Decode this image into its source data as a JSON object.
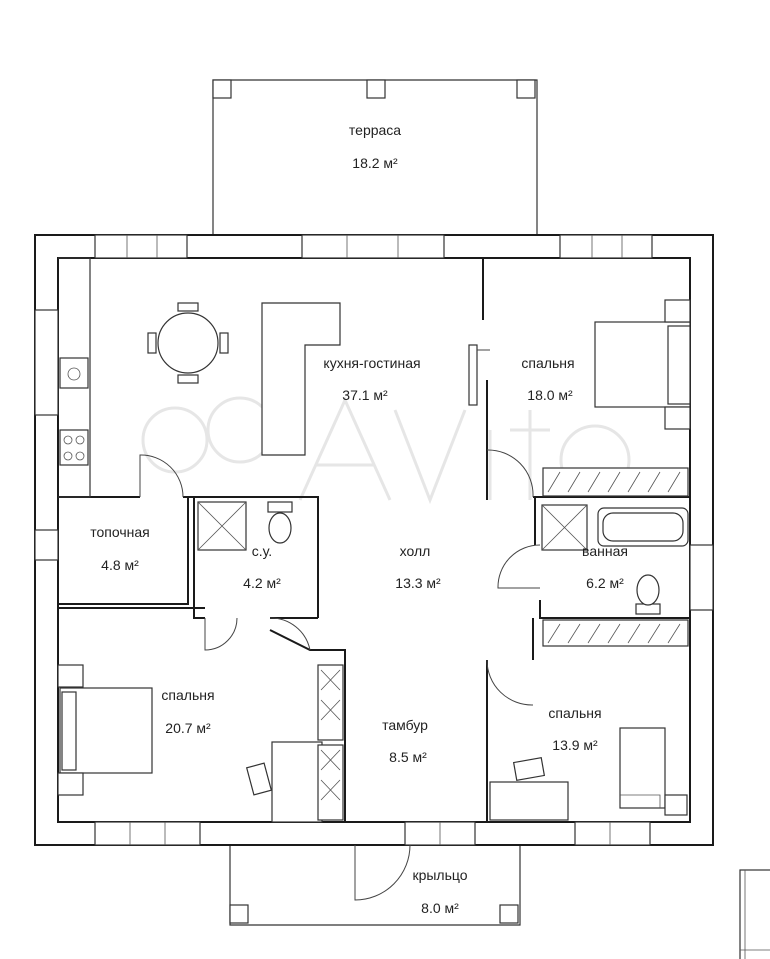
{
  "rooms": {
    "terrace": {
      "name": "терраса",
      "area": "18.2 м²"
    },
    "kitchen": {
      "name": "кухня-гостиная",
      "area": "37.1 м²"
    },
    "bedroom_ne": {
      "name": "спальня",
      "area": "18.0 м²"
    },
    "boiler": {
      "name": "топочная",
      "area": "4.8 м²"
    },
    "wc": {
      "name": "с.у.",
      "area": "4.2 м²"
    },
    "hall": {
      "name": "холл",
      "area": "13.3 м²"
    },
    "bathroom": {
      "name": "ванная",
      "area": "6.2 м²"
    },
    "bedroom_sw": {
      "name": "спальня",
      "area": "20.7 м²"
    },
    "vestibule": {
      "name": "тамбур",
      "area": "8.5 м²"
    },
    "bedroom_se": {
      "name": "спальня",
      "area": "13.9 м²"
    },
    "porch": {
      "name": "крыльцо",
      "area": "8.0 м²"
    }
  }
}
